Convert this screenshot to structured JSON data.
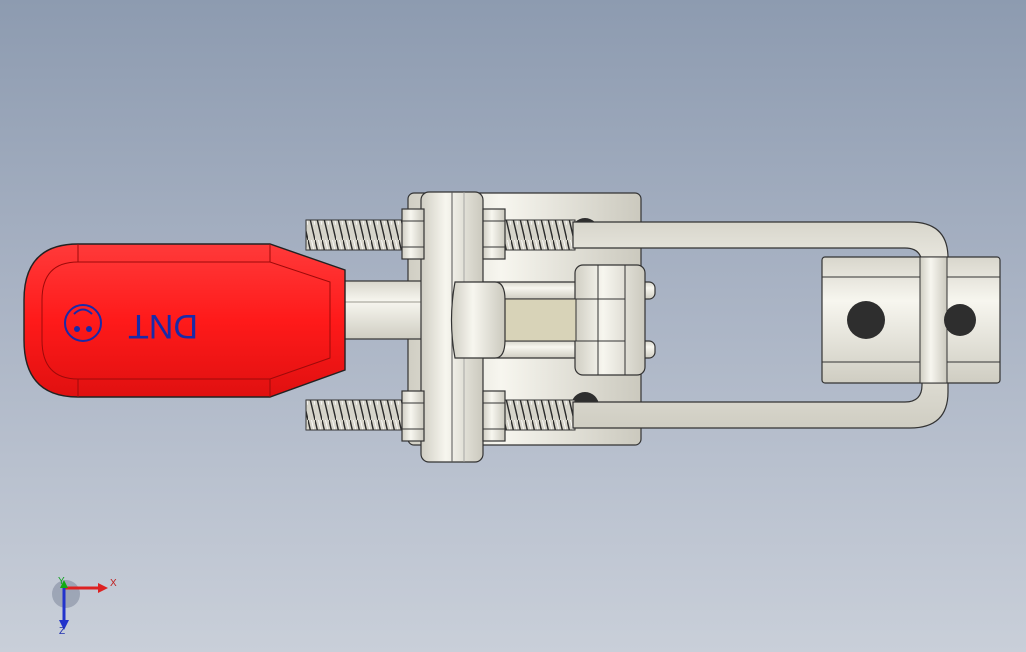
{
  "model": {
    "brand_label": "DNT",
    "handle_color": "#ff1a1a",
    "metal_color": "#ecebe2",
    "logo_color": "#1a2aa8"
  },
  "triad": {
    "x_label": "X",
    "y_label": "Y",
    "z_label": "Z"
  }
}
